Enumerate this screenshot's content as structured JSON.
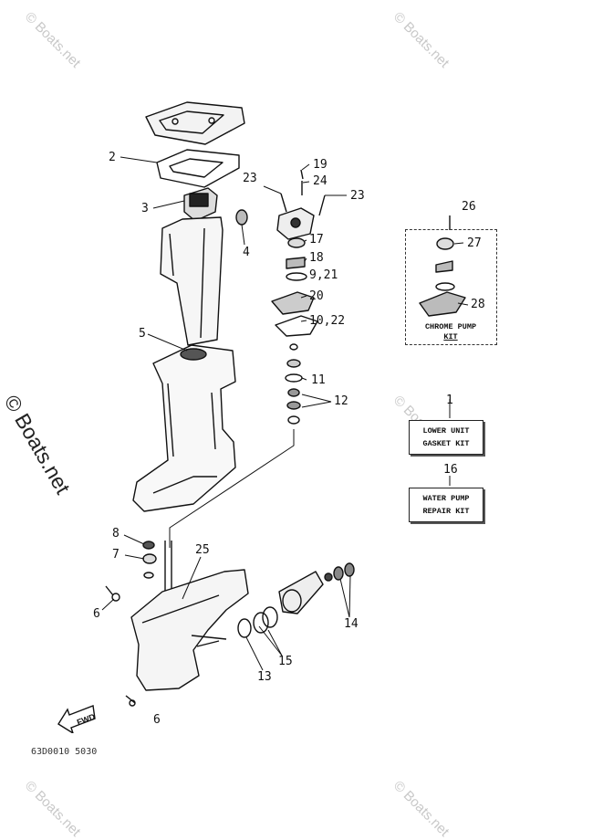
{
  "watermarks": {
    "corner": "© Boats.net",
    "main": "© Boats.net"
  },
  "callouts": {
    "c1": "1",
    "c2": "2",
    "c3": "3",
    "c4": "4",
    "c5": "5",
    "c6a": "6",
    "c6b": "6",
    "c7": "7",
    "c8": "8",
    "c9_21": "9,21",
    "c10_22": "10,22",
    "c11": "11",
    "c12": "12",
    "c13": "13",
    "c14": "14",
    "c15": "15",
    "c16": "16",
    "c17": "17",
    "c18": "18",
    "c19": "19",
    "c20": "20",
    "c23a": "23",
    "c23b": "23",
    "c24": "24",
    "c25": "25",
    "c26": "26",
    "c27": "27",
    "c28": "28"
  },
  "kits": {
    "chrome_pump": {
      "line1": "CHROME PUMP",
      "line2": "KIT"
    },
    "lower_unit": {
      "line1": "LOWER UNIT",
      "line2": "GASKET KIT"
    },
    "water_pump": {
      "line1": "WATER PUMP",
      "line2": "REPAIR KIT"
    }
  },
  "fwd_label": "FWD",
  "drawing_code": "63D0010 5030"
}
